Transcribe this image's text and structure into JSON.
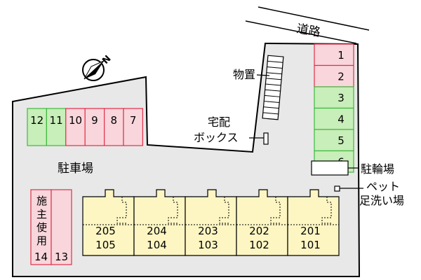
{
  "labels": {
    "road": "道路",
    "storage": "物置",
    "delivery_box_1": "宅配",
    "delivery_box_2": "ボックス",
    "parking": "駐車場",
    "bicycle_parking": "駐輪場",
    "pet_wash_1": "ペット",
    "pet_wash_2": "足洗い場",
    "owner_use": [
      "施",
      "主",
      "使",
      "用"
    ],
    "compass": "N"
  },
  "spaces_right": [
    {
      "label": "1",
      "color": "#f9d6dc"
    },
    {
      "label": "2",
      "color": "#f9d6dc"
    },
    {
      "label": "3",
      "color": "#c8eeb9"
    },
    {
      "label": "4",
      "color": "#c8eeb9"
    },
    {
      "label": "5",
      "color": "#c8eeb9"
    },
    {
      "label": "6",
      "color": "#c8eeb9"
    }
  ],
  "spaces_left": [
    {
      "label": "12",
      "color": "#c8eeb9"
    },
    {
      "label": "11",
      "color": "#c8eeb9"
    },
    {
      "label": "10",
      "color": "#f9d6dc"
    },
    {
      "label": "9",
      "color": "#f9d6dc"
    },
    {
      "label": "8",
      "color": "#f9d6dc"
    },
    {
      "label": "7",
      "color": "#f9d6dc"
    }
  ],
  "spaces_bottom": [
    {
      "label": "14",
      "color": "#f9d6dc"
    },
    {
      "label": "13",
      "color": "#f9d6dc"
    }
  ],
  "units": [
    {
      "upper": "205",
      "lower": "105"
    },
    {
      "upper": "204",
      "lower": "104"
    },
    {
      "upper": "203",
      "lower": "103"
    },
    {
      "upper": "202",
      "lower": "102"
    },
    {
      "upper": "201",
      "lower": "101"
    }
  ],
  "colors": {
    "lot": "#e8e8e8",
    "green": "#c8eeb9",
    "pink": "#f9d6dc",
    "green_border": "#3fb83f",
    "pink_border": "#e0304a",
    "building": "#fdf6c3"
  }
}
